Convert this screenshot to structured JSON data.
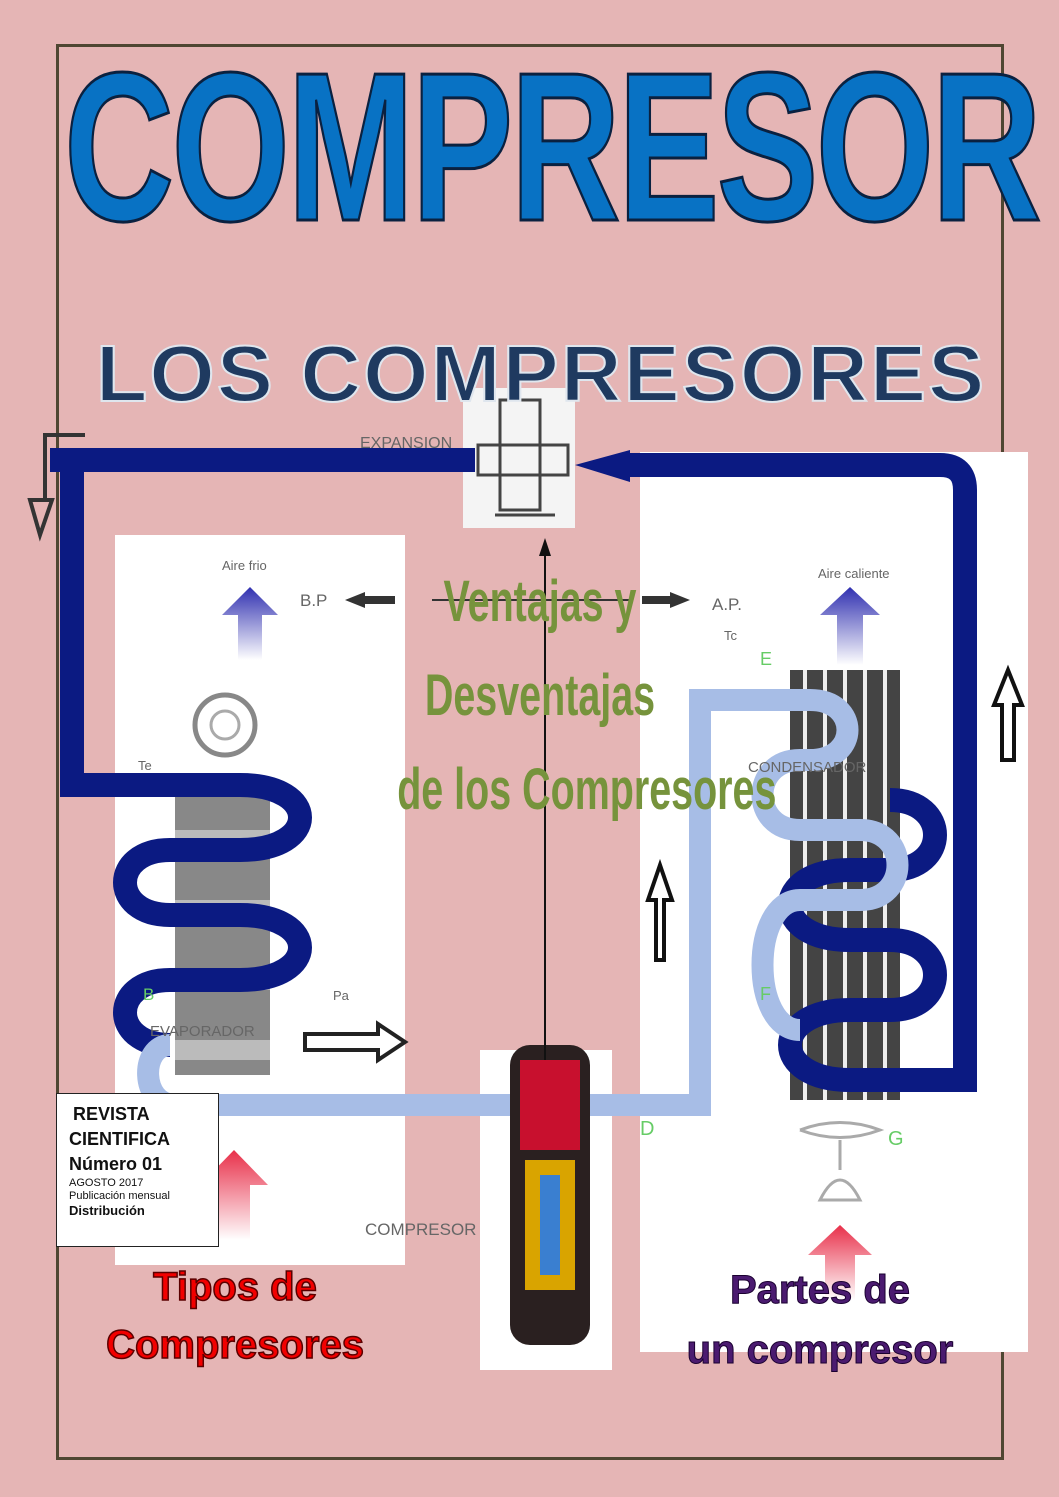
{
  "cover": {
    "title": "COMPRESOR",
    "subtitle": "LOS COMPRESORES",
    "feature_main": [
      "Ventajas y",
      "Desventajas",
      "de los Compresores"
    ],
    "feature_left": [
      "Tipos de",
      "Compresores"
    ],
    "feature_right": [
      "Partes de",
      "un compresor"
    ]
  },
  "infobox": {
    "line1": "REVISTA",
    "line2": "CIENTIFICA",
    "issue": "Número 01",
    "date": "AGOSTO 2017",
    "frequency": "Publicación mensual",
    "distribution": "Distribución"
  },
  "diagram": {
    "expansion": "EXPANSION",
    "cold_air": "Aire frio",
    "hot_air": "Aire caliente",
    "low_pressure": "B.P",
    "high_pressure": "A.P.",
    "tc": "Tc",
    "te": "Te",
    "pa": "Pa",
    "condenser": "CONDENSADOR",
    "evaporator": "EVAPORADOR",
    "compressor": "COMPRESOR",
    "point_b": "B",
    "point_d": "D",
    "point_e": "E",
    "point_f": "F",
    "point_g": "G"
  },
  "colors": {
    "background": "#e5b5b5",
    "title": "#0872c4",
    "subtitle": "#1f3a60",
    "feature_main": "#76933c",
    "feature_left": "#f20000",
    "feature_right": "#4b1b70",
    "pipe_high": "#0b1a82",
    "pipe_low": "#a7bde6"
  }
}
